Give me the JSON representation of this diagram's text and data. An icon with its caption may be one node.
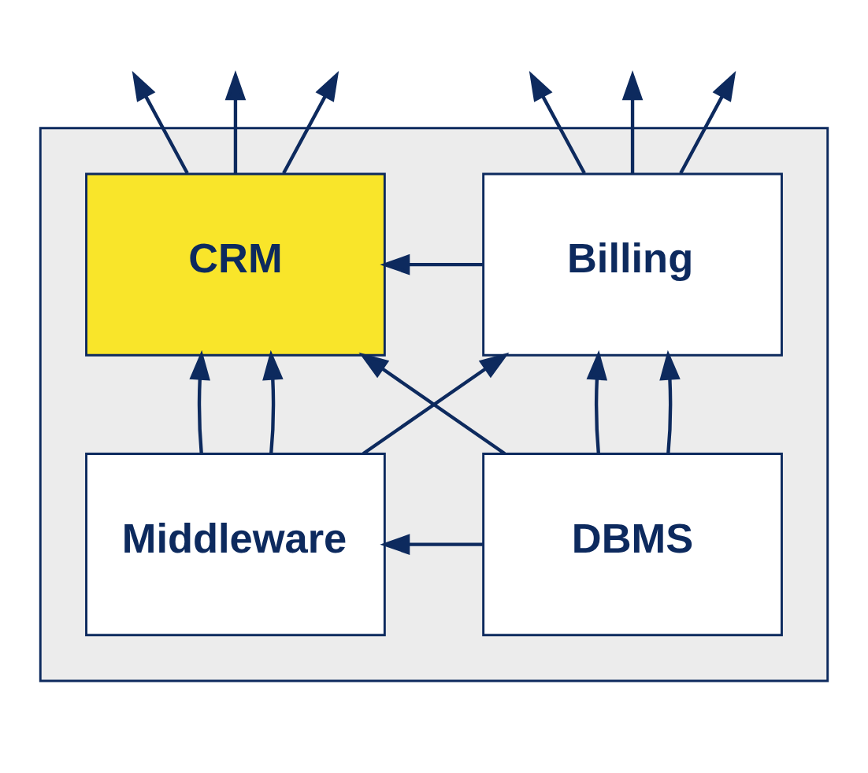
{
  "diagram": {
    "nodes": [
      {
        "text": [],
        "shape": "box"
      },
      {
        "text": [
          "CRM"
        ],
        "in": 0
      },
      {
        "text": [
          "Billing"
        ],
        "in": 0
      },
      {
        "text": [
          "Middleware"
        ],
        "in": 0
      },
      {
        "text": [
          "DBMS"
        ],
        "in": 0
      }
    ],
    "edges": [
      {
        "from": 1,
        "to": null,
        "arrow": "to"
      },
      {
        "from": 1,
        "to": null,
        "arrow": "to"
      },
      {
        "from": 1,
        "to": null,
        "arrow": "to"
      },
      {
        "from": 2,
        "to": null,
        "arrow": "to"
      },
      {
        "from": 2,
        "to": null,
        "arrow": "to"
      },
      {
        "from": 2,
        "to": null,
        "arrow": "to"
      },
      {
        "from": 2,
        "to": 1,
        "arrow": "to"
      },
      {
        "from": 3,
        "to": 1,
        "arrow": "to"
      },
      {
        "from": 3,
        "to": 1,
        "arrow": "to"
      },
      {
        "from": 3,
        "to": 2,
        "arrow": "to"
      },
      {
        "from": 4,
        "to": 1,
        "arrow": "to"
      },
      {
        "from": 4,
        "to": 2,
        "arrow": "to"
      },
      {
        "from": 4,
        "to": 2,
        "arrow": "to"
      },
      {
        "from": 4,
        "to": 3,
        "arrow": "to"
      }
    ]
  }
}
